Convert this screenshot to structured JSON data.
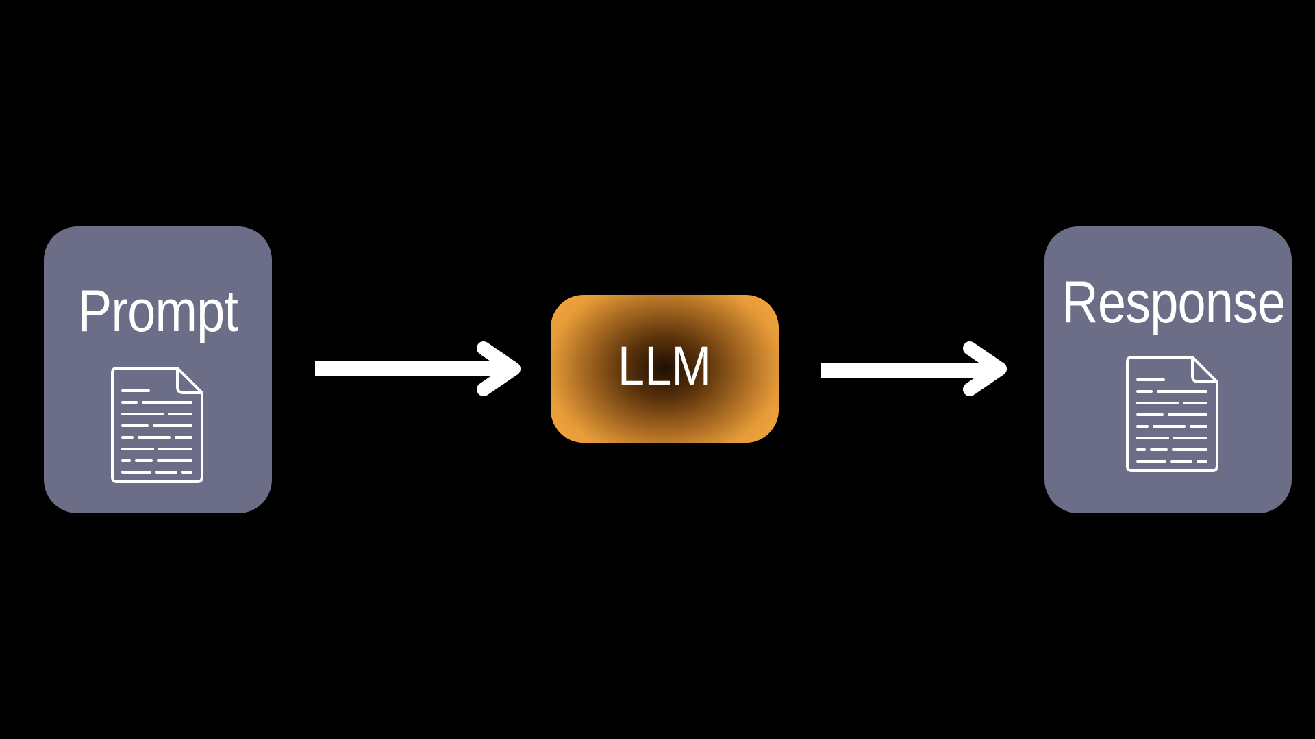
{
  "diagram": {
    "nodes": [
      {
        "id": "prompt",
        "label": "Prompt",
        "icon": "document-icon"
      },
      {
        "id": "llm",
        "label": "LLM"
      },
      {
        "id": "response",
        "label": "Response",
        "icon": "document-icon"
      }
    ],
    "edges": [
      {
        "from": "prompt",
        "to": "llm"
      },
      {
        "from": "llm",
        "to": "response"
      }
    ]
  },
  "colors": {
    "background": "#000000",
    "card": "#6c6d87",
    "llm_edge": "#eea13c",
    "llm_center": "#1e0f02",
    "foreground": "#ffffff"
  }
}
